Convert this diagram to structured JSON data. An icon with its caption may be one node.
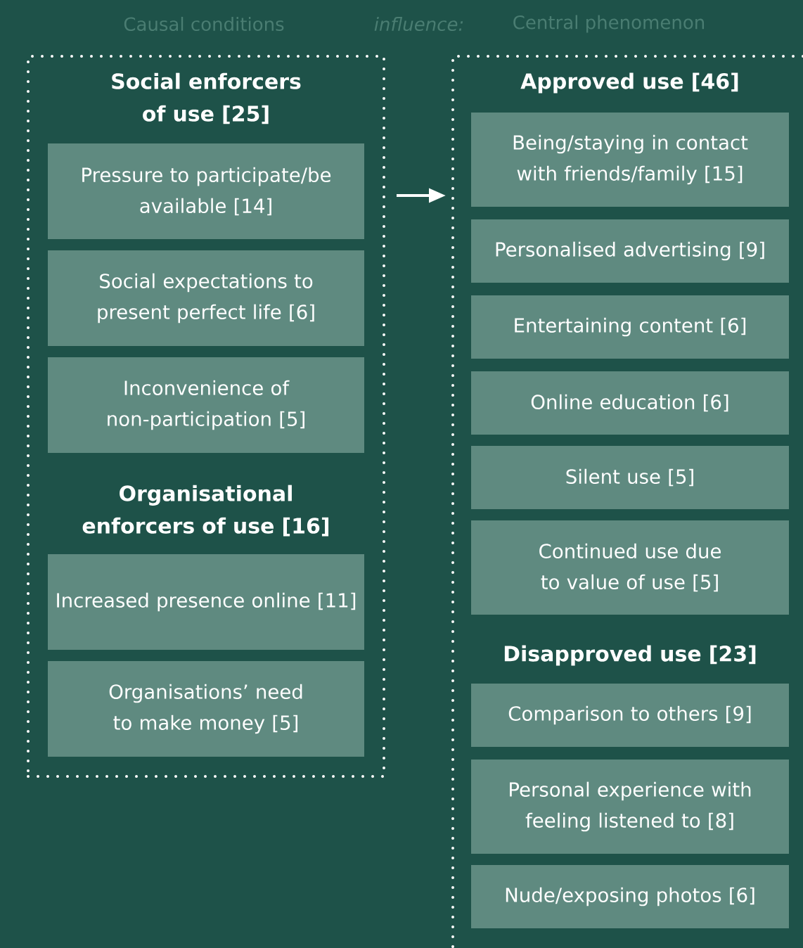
{
  "diagram": {
    "nodes": [
      {
        "text": [
          "Social enforcers of use [25]",
          "Organisational enforcers of use [16]"
        ]
      },
      {
        "text": [
          "Pressure to participate/be available [14]"
        ],
        "in": 0
      },
      {
        "text": [
          "Social expectations to present perfect life [6]"
        ],
        "in": 0
      },
      {
        "text": [
          "Inconvenience of non-participation [5]"
        ],
        "in": 0
      },
      {
        "text": [
          "Increased presence online [11]"
        ],
        "in": 0
      },
      {
        "text": [
          "Organisations’ need to make money [5]"
        ],
        "in": 0
      },
      {
        "text": [
          "Approved use [46]",
          "Disapproved use [23]"
        ]
      },
      {
        "text": [
          "Being/staying in contact with friends/family [15]"
        ],
        "in": 6
      },
      {
        "text": [
          "Personalised advertising [9]"
        ],
        "in": 6
      },
      {
        "text": [
          "Entertaining content [6]"
        ],
        "in": 6
      },
      {
        "text": [
          "Online education [6]"
        ],
        "in": 6
      },
      {
        "text": [
          "Silent use [5]"
        ],
        "in": 6
      },
      {
        "text": [
          "Continued use due to value of use [5]"
        ],
        "in": 6
      },
      {
        "text": [
          "Comparison to others [9]"
        ],
        "in": 6
      },
      {
        "text": [
          "Personal experience with feeling listened to [8]"
        ],
        "in": 6
      },
      {
        "text": [
          "Nude/exposing photos [6]"
        ],
        "in": 6
      }
    ],
    "edges": [
      {
        "from": 0,
        "to": 6,
        "arrow": "to"
      }
    ],
    "labels": [
      "Causal conditions",
      "influence:",
      "Central phenomenon"
    ]
  }
}
